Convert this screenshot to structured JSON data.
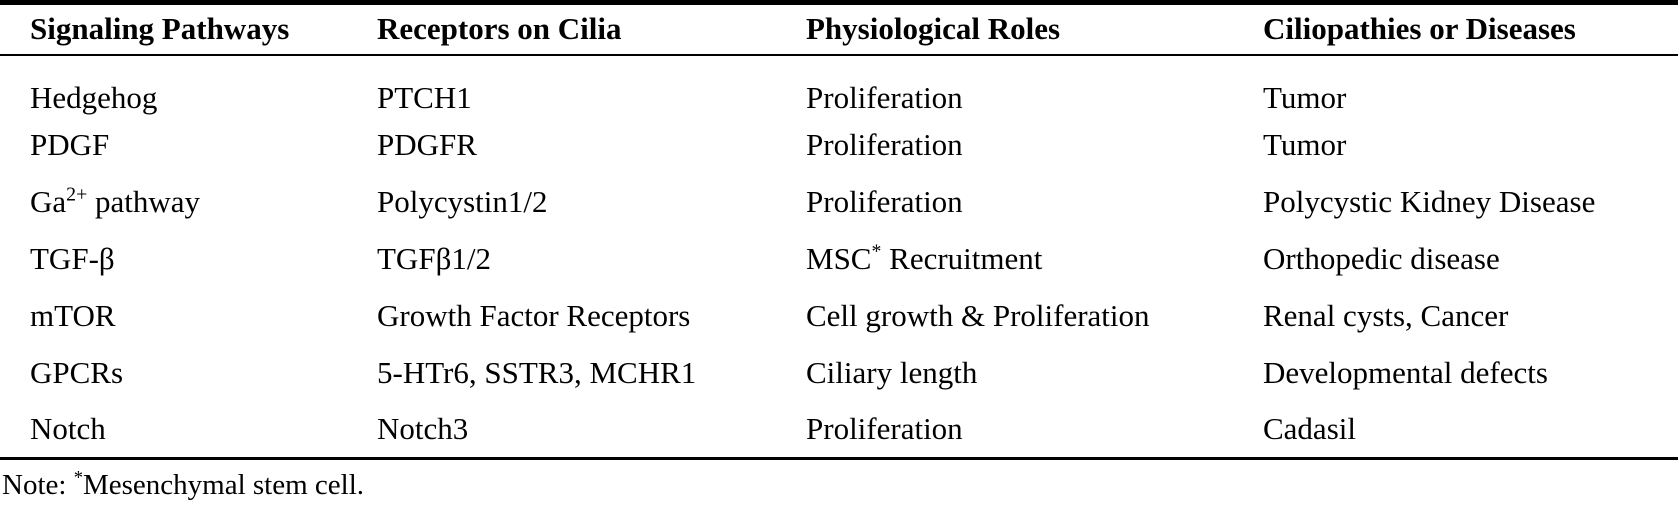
{
  "page": {
    "background_color": "#ffffff",
    "text_color": "#000000"
  },
  "table": {
    "columns": [
      "Signaling Pathways",
      "Receptors on Cilia",
      "Physiological Roles",
      "Ciliopathies or Diseases"
    ],
    "rows": [
      {
        "pathway": {
          "pre": "Hedgehog"
        },
        "receptors": {
          "pre": "PTCH1"
        },
        "roles": {
          "pre": "Proliferation"
        },
        "diseases": {
          "pre": "Tumor"
        }
      },
      {
        "pathway": {
          "pre": "PDGF"
        },
        "receptors": {
          "pre": "PDGFR"
        },
        "roles": {
          "pre": "Proliferation"
        },
        "diseases": {
          "pre": "Tumor"
        }
      },
      {
        "pathway": {
          "pre": "Ga",
          "sup": "2+",
          "post": " pathway"
        },
        "receptors": {
          "pre": "Polycystin1/2"
        },
        "roles": {
          "pre": "Proliferation"
        },
        "diseases": {
          "pre": "Polycystic Kidney Disease"
        }
      },
      {
        "pathway": {
          "pre": "TGF-β"
        },
        "receptors": {
          "pre": "TGFβ1/2"
        },
        "roles": {
          "pre": "MSC",
          "sup": "*",
          "post": " Recruitment"
        },
        "diseases": {
          "pre": "Orthopedic disease"
        }
      },
      {
        "pathway": {
          "pre": "mTOR"
        },
        "receptors": {
          "pre": "Growth Factor Receptors"
        },
        "roles": {
          "pre": "Cell growth & Proliferation"
        },
        "diseases": {
          "pre": "Renal cysts, Cancer"
        }
      },
      {
        "pathway": {
          "pre": "GPCRs"
        },
        "receptors": {
          "pre": "5-HTr6, SSTR3, MCHR1"
        },
        "roles": {
          "pre": "Ciliary length"
        },
        "diseases": {
          "pre": "Developmental defects"
        }
      },
      {
        "pathway": {
          "pre": "Notch"
        },
        "receptors": {
          "pre": "Notch3"
        },
        "roles": {
          "pre": "Proliferation"
        },
        "diseases": {
          "pre": "Cadasil"
        }
      }
    ]
  },
  "note": {
    "prefix": "Note: ",
    "sup": "*",
    "text": "Mesenchymal stem cell."
  }
}
